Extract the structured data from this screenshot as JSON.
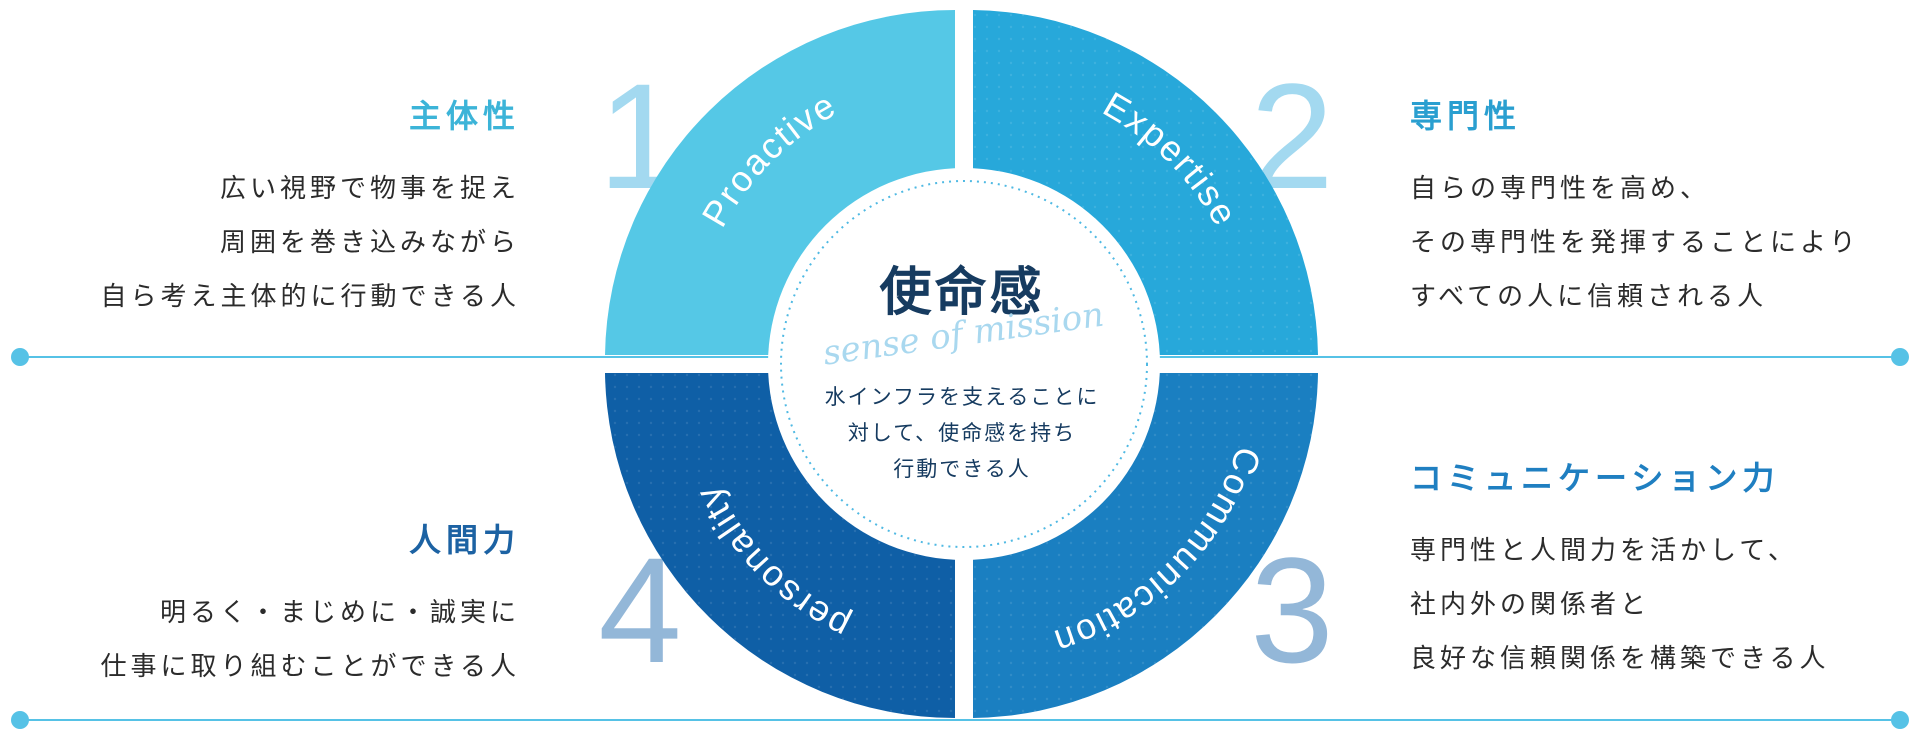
{
  "colors": {
    "q1": "#55c8e6",
    "q2": "#27a8da",
    "q3": "#1a7fc1",
    "q4": "#0f5fa6",
    "number_light": "#a3d9f0",
    "number_dark": "#93b7d8",
    "connector": "#56c2e6",
    "center_text": "#163b60",
    "script": "#a9d8ef"
  },
  "center": {
    "title": "使命感",
    "subtitle": "sense of mission",
    "desc": [
      "水インフラを支えることに",
      "対して、使命感を持ち",
      "行動できる人"
    ]
  },
  "quadrants": [
    {
      "number": "1",
      "label": "Proactive"
    },
    {
      "number": "2",
      "label": "Expertise"
    },
    {
      "number": "3",
      "label": "Communication"
    },
    {
      "number": "4",
      "label": "personality"
    }
  ],
  "blocks": {
    "proactive": {
      "title": "主体性",
      "lines": [
        "広い視野で物事を捉え",
        "周囲を巻き込みながら",
        "自ら考え主体的に行動できる人"
      ]
    },
    "expertise": {
      "title": "専門性",
      "lines": [
        "自らの専門性を高め、",
        "その専門性を発揮することにより",
        "すべての人に信頼される人"
      ]
    },
    "personality": {
      "title": "人間力",
      "lines": [
        "明るく・まじめに・誠実に",
        "仕事に取り組むことができる人"
      ]
    },
    "communication": {
      "title": "コミュニケーション力",
      "lines": [
        "専門性と人間力を活かして、",
        "社内外の関係者と",
        "良好な信頼関係を構築できる人"
      ]
    }
  }
}
